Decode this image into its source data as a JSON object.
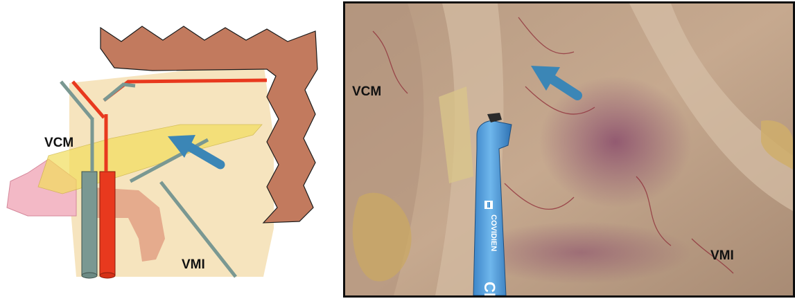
{
  "diagram": {
    "label_vcm": "VCM",
    "label_vmi": "VMI"
  },
  "photo": {
    "label_vcm": "VCM",
    "label_vmi": "VMI",
    "instrument_brand": "COVIDIEN",
    "instrument_tip_text": "CI"
  },
  "colors": {
    "colon": "#c27a5e",
    "mesentery": "#f5e2b8",
    "fascia_plane": "#f2dd5c",
    "artery": "#e8391e",
    "vein": "#7a9892",
    "small_bowel": "#f3b9c6",
    "duodenum": "#e3a487",
    "arrow": "#3b86b6",
    "instrument": "#5aa8e0"
  },
  "icons": [
    "arrow-icon",
    "covidien-logo-icon"
  ]
}
